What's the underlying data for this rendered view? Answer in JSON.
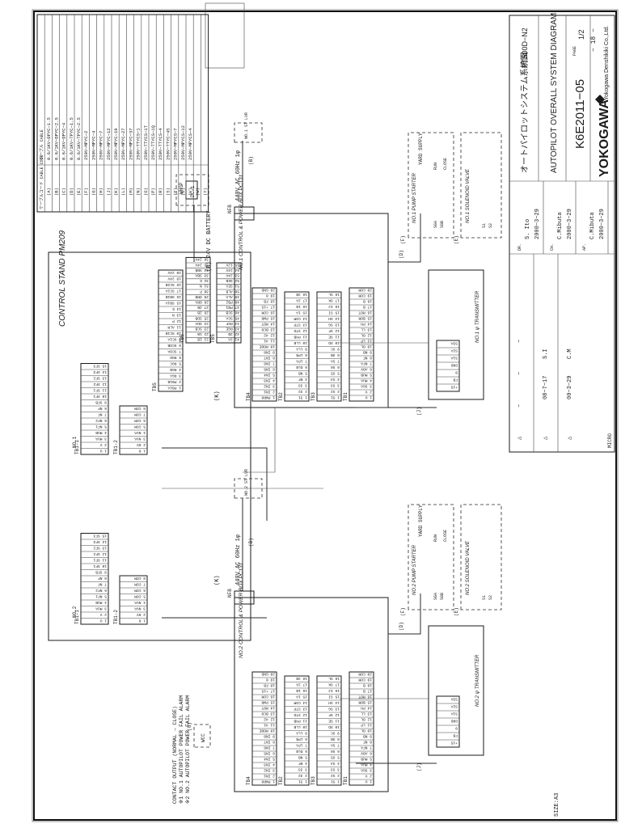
{
  "sheet": {
    "size": "SIZE:A3",
    "model_tab": "PT500D-N2",
    "page_number": "− 18 −"
  },
  "notes": {
    "contact_output": "CONTACT OUTPUT (NORMAL → CLOSE)",
    "note1": "※1 NO.1 AUTOPILOT POWER FAIL ALARM",
    "note2": "※2 NO.2 AUTOPILOT POWER FAIL ALARM",
    "wcc": "WCC",
    "g": "(G)"
  },
  "control_stand": {
    "title": "CONTROL STAND PM209",
    "no1": "NO.1",
    "no2": "NO.2",
    "tb_labels": [
      "TB1-1",
      "TB1-2",
      "TB5",
      "TB5",
      "TB5"
    ],
    "tb1_1_rows": [
      "1 U",
      "2 V",
      "3 MUA",
      "4 MUB",
      "5 NF1",
      "6 NF2",
      "7 NF",
      "8 NF",
      "9 SFB",
      "10 SF1",
      "11 SF1",
      "12 SF2",
      "13 SF2",
      "14 SF3",
      "15 SF3"
    ],
    "tb1_2_rows": [
      "1 0",
      "2 0V",
      "3 NVA",
      "4 NVA",
      "5 COM",
      "6 COM",
      "7 COM",
      "8 COM"
    ],
    "tb5a_rows": [
      "1 PB1A",
      "2 PB1B",
      "3 RGA",
      "4 RGB",
      "5 RGC",
      "6 RGD",
      "7 SCOA",
      "8 SCOB",
      "9 SC1A",
      "10 SC1B",
      "11 ALM",
      "12 P",
      "13 N",
      "14 E",
      "15 SB1A",
      "16 SB1B",
      "17 SC2A",
      "18 SC2B",
      "19 24V",
      "20 24V"
    ],
    "tb5b_rows": [
      "21 1B",
      "22 1B",
      "23 SCB",
      "24 SDA",
      "25 SDB",
      "26 2B",
      "27 2B",
      "28 ORA",
      "29 ORB",
      "30 P",
      "31 N",
      "32 E",
      "33 SBA",
      "34 SBB",
      "35 24V",
      "36 24V"
    ],
    "tb5c_rows": [
      "41 2A",
      "42 2B",
      "43 RGE",
      "44 RGF",
      "45 SCA",
      "46 SCB",
      "47 PB1",
      "48 PB2",
      "49 ALA",
      "50 ALB",
      "51 SEA",
      "52 SEB",
      "53 24V",
      "54 24V",
      "55 12V"
    ]
  },
  "battery": {
    "label": "(B) 24V DC BATTERY",
    "whgp": "WHGP",
    "dc": "DC−1"
  },
  "k_label": "(K)",
  "j_label": "(J)",
  "no1_box": {
    "title": "NO.1 CONTROL & POWER BOX PC131",
    "supply": "440V AC 60Hz 1φ",
    "supply_tag": "(B)",
    "lvr": "NO.1 ST LVR",
    "nfb": "NFB",
    "tb_labels": [
      "TB4",
      "TB2",
      "TB3",
      "TB1"
    ],
    "tb4_rows": [
      "1 PWR0",
      "2 IN1",
      "3 IN2",
      "4 IN3",
      "5 IN4",
      "6 IN5",
      "7 IN6",
      "8 IN7",
      "9 IN8",
      "10 MODE",
      "11 41",
      "12 42",
      "13 BCO",
      "14 MOT",
      "15 PWR",
      "16 COM",
      "17 +15",
      "18 FB",
      "19 0",
      "20 GND"
    ],
    "tb2_rows": [
      "1 31",
      "2 32",
      "3 33",
      "4 NF",
      "5 NB",
      "6 OLB",
      "7 LPA",
      "8 LPB",
      "9 LLA",
      "10 LLB",
      "11 PHB",
      "12 STO",
      "13 STP",
      "14 COM",
      "15 1A",
      "16 1B",
      "17 2A",
      "18 2B"
    ],
    "tb3_rows": [
      "1 S1",
      "2 S2",
      "3 S3",
      "4 S4",
      "5 S5",
      "6 S6",
      "7 SA",
      "8 SB",
      "9 SC",
      "10 SD",
      "11 SE",
      "12 SF",
      "13 SG",
      "14 SH",
      "15 SI",
      "16 SJ",
      "17 SK",
      "18 SL"
    ],
    "tb1_rows": [
      "1 U",
      "2 V",
      "3 SGA",
      "4 MUA",
      "5 MUB",
      "6 AOV",
      "7 NFA",
      "8 NF",
      "9 NB",
      "10 OL",
      "11 LP",
      "12 OL",
      "13 LL",
      "14 PH",
      "15 BOM",
      "16 MOT",
      "17 B",
      "18 B",
      "19 COM",
      "20 COM"
    ],
    "pump": "NO.1 PUMP STARTER",
    "pump_tag": "(F)",
    "yard": "YARD SUPPLY",
    "sga": "SGA",
    "sgb": "SGB",
    "run": "RUN",
    "close": "CLOSE",
    "valve": "NO.1 SOLENOID VALVE",
    "valve_tag": "(E)",
    "s1": "S1",
    "s2": "S2",
    "d_tag": "(D)",
    "transmitter": "NO.1 ψ TRANSMITTER",
    "tx_rows": [
      "+15",
      "FB",
      "0",
      "GND",
      "S1A",
      "S2A",
      "S3A"
    ]
  },
  "no2_box": {
    "title": "NO.2 CONTROL & POWER BOX PC131",
    "supply": "440V AC 60Hz 1φ",
    "supply_tag": "(B)",
    "lvr": "NO.2 ST LVR",
    "nfb": "NFB",
    "tb_labels": [
      "TB4",
      "TB2",
      "TB3",
      "TB1"
    ],
    "pump": "NO.2 PUMP STARTER",
    "pump_tag": "(F)",
    "yard": "YARD SUPPLY",
    "sga": "SGA",
    "sgb": "SGB",
    "run": "RUN",
    "close": "CLOSE",
    "valve": "NO.2 SOLENOID VALVE",
    "valve_tag": "(E)",
    "s1": "S1",
    "s2": "S2",
    "d_tag": "(D)",
    "transmitter": "NO.2 ψ TRANSMITTER",
    "tx_rows": [
      "+15",
      "FB",
      "0",
      "GND",
      "S1A",
      "S2A",
      "S3A"
    ]
  },
  "cable_table": {
    "header_code": "ケーブルコード CABLE CODE",
    "header_cable": "ケーブル CABLE",
    "rows": [
      [
        "(A)",
        "0.6/1KV−DPYC−1.5"
      ],
      [
        "(B)",
        "0.6/1KV−DPYC−2.5"
      ],
      [
        "(C)",
        "0.6/1KV−DPYC−4"
      ],
      [
        "(D)",
        "0.6/1KV−TPYC−1.5"
      ],
      [
        "(E)",
        "0.6/1KV−TPYC−2.5"
      ],
      [
        "(F)",
        "250V−MPYC−2"
      ],
      [
        "(G)",
        "250V−MPYC−4"
      ],
      [
        "(H)",
        "250V−MPYC−7"
      ],
      [
        "(J)",
        "250V−MPYC−12"
      ],
      [
        "(K)",
        "250V−MPYC−19"
      ],
      [
        "(L)",
        "250V−MPYC−27"
      ],
      [
        "(M)",
        "250V−MPYC−37"
      ],
      [
        "(N)",
        "250V−TTYCS−1"
      ],
      [
        "(O)",
        "250V−TTYCS−1T"
      ],
      [
        "(P)",
        "250V−TTYCS−1Q"
      ],
      [
        "(R)",
        "250V−TTYCS−4"
      ],
      [
        "(S)",
        "250V−TTYC−4S"
      ],
      [
        "(T)",
        "250V−MPYCS−7"
      ],
      [
        "(U)",
        "250V−MPYCS−12"
      ],
      [
        "(V)",
        "250V−MPYCS−4"
      ],
      [
        "(W)",
        ""
      ],
      [
        "(Y)",
        ""
      ]
    ]
  },
  "title_block": {
    "title_jp": "オートパイロットシステム系統図",
    "model": "PT500D−N2",
    "title_en": "AUTOPILOT OVERALL SYSTEM DIAGRAM",
    "page_label": "PAGE",
    "page": "1/2",
    "drawing_no": "K6E2011−05",
    "company": "YOKOGAWA",
    "company_sub": "Yokogawa Denshikiki Co.,Ltd.",
    "rows": [
      [
        "DR.",
        "S. Ito",
        "2000−3−29"
      ],
      [
        "CH.",
        "C.Mibuta",
        "2000−3−29"
      ],
      [
        "AP.",
        "C.Mibuta",
        "2000−3−29"
      ]
    ],
    "rev_header": [
      "△",
      "−",
      "−",
      "−"
    ],
    "rev_rows": [
      [
        "△",
        "08−7−17",
        "S.I",
        ""
      ],
      [
        "△",
        "00−3−29",
        "C.M",
        ""
      ]
    ],
    "micro_label": "MICRO"
  }
}
